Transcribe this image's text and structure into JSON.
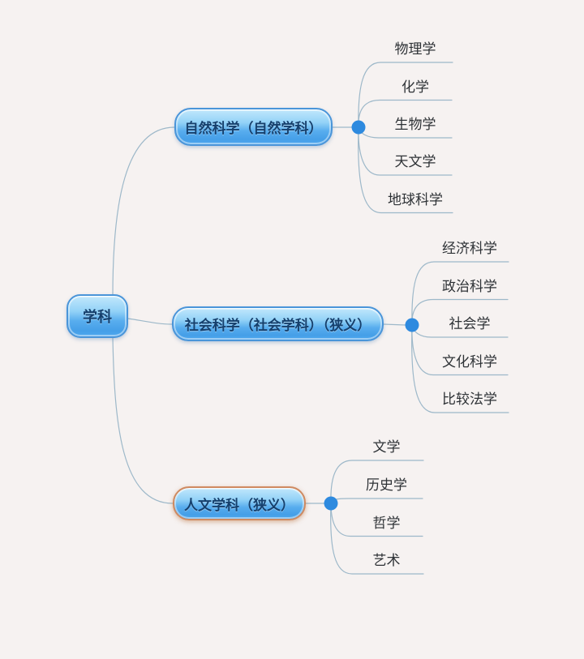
{
  "diagram": {
    "type": "mindmap",
    "root": {
      "label": "学科"
    },
    "branches": [
      {
        "label": "自然科学（自然学科）",
        "children": [
          "物理学",
          "化学",
          "生物学",
          "天文学",
          "地球科学"
        ]
      },
      {
        "label": "社会科学（社会学科）（狭义）",
        "children": [
          "经济科学",
          "政治科学",
          "社会学",
          "文化科学",
          "比较法学"
        ]
      },
      {
        "label": "人文学科（狭义）",
        "highlighted": true,
        "children": [
          "文学",
          "历史学",
          "哲学",
          "艺术"
        ]
      }
    ]
  },
  "colors": {
    "background": "#f6f2f1",
    "node_fill_top": "#c2e8fc",
    "node_fill_bottom": "#459fe8",
    "node_border": "#4a95d9",
    "node_text": "#16406d",
    "highlight_border": "#cf8a61",
    "connector": "#9db8c9",
    "junction_dot": "#2e8adf",
    "child_text": "#2e3236"
  }
}
